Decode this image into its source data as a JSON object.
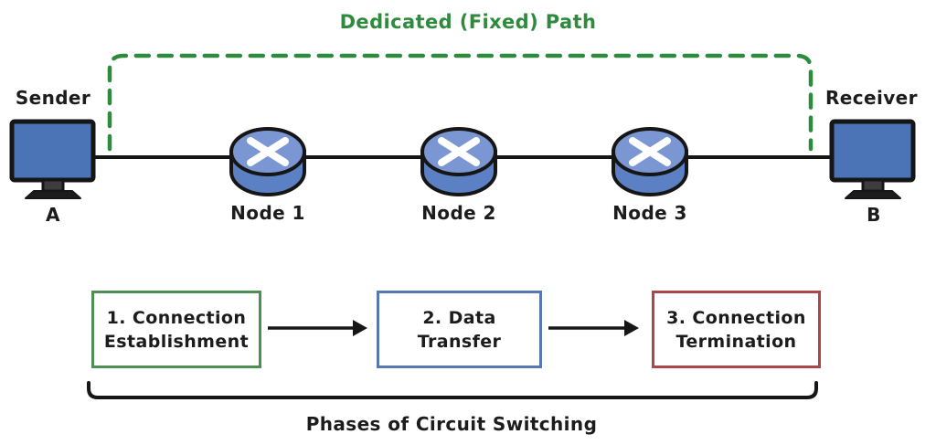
{
  "title": "Dedicated (Fixed) Path",
  "caption": "Phases of Circuit Switching",
  "endpoints": {
    "sender": {
      "role": "Sender",
      "name": "A"
    },
    "receiver": {
      "role": "Receiver",
      "name": "B"
    }
  },
  "nodes": [
    {
      "label": "Node 1"
    },
    {
      "label": "Node 2"
    },
    {
      "label": "Node 3"
    }
  ],
  "phases": [
    {
      "line1": "1. Connection",
      "line2": "Establishment"
    },
    {
      "line1": "2. Data",
      "line2": "Transfer"
    },
    {
      "line1": "3. Connection",
      "line2": "Termination"
    }
  ],
  "colors": {
    "path-green": "#2e8b3e",
    "phase1-border": "#4e8f55",
    "phase2-border": "#5579b0",
    "phase3-border": "#ab4749",
    "monitor-blue": "#4a74b5",
    "router-body": "#5b80c4",
    "router-top": "#7a97d3",
    "line-black": "#161616",
    "text": "#1c1c1c"
  }
}
